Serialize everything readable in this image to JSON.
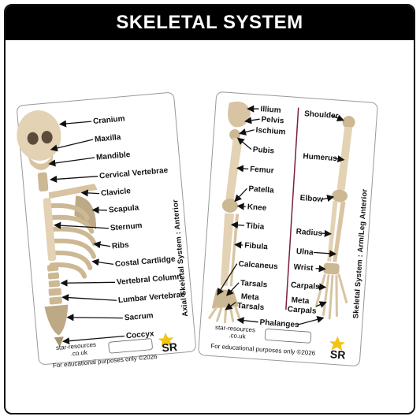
{
  "title": "SKELETAL SYSTEM",
  "colors": {
    "banner": "#000000",
    "bone": "#e3d2b4",
    "bone_shadow": "#bda985",
    "arrow": "#111111",
    "divider": "#7a1f3d",
    "logo_star": "#f3c316"
  },
  "card_axial": {
    "side_title": "Axial Skeletal System : Anterior",
    "labels": [
      "Cranium",
      "Maxilla",
      "Mandible",
      "Cervical Vertebrae",
      "Clavicle",
      "Scapula",
      "Sternum",
      "Ribs",
      "Costal Cartlidge",
      "Vertebral Column",
      "Lumbar Vertebrae",
      "Sacrum",
      "Coccyx"
    ],
    "site": "star-resources\n.co.uk",
    "site_l1": "star-resources",
    "site_l2": ".co.uk",
    "footer": "For educational purposes only ©2026",
    "logo": "SR"
  },
  "card_limb": {
    "side_title": "Skeletal System : Arm/Leg Anterior",
    "leg_labels": [
      "Illium",
      "Pelvis",
      "Ischium",
      "Pubis",
      "Femur",
      "Patella",
      "Knee",
      "Tibia",
      "Fibula",
      "Calcaneus",
      "Tarsals",
      "Meta",
      "Tarsals"
    ],
    "arm_labels": [
      "Shoulder",
      "Humerus",
      "Elbow",
      "Radius",
      "Ulna",
      "Wrist",
      "Carpals",
      "Meta",
      "Carpals"
    ],
    "bottom_label": "Phalanges",
    "site_l1": "star-resources",
    "site_l2": ".co.uk",
    "footer": "For educational purposes only ©2026",
    "logo": "SR"
  }
}
